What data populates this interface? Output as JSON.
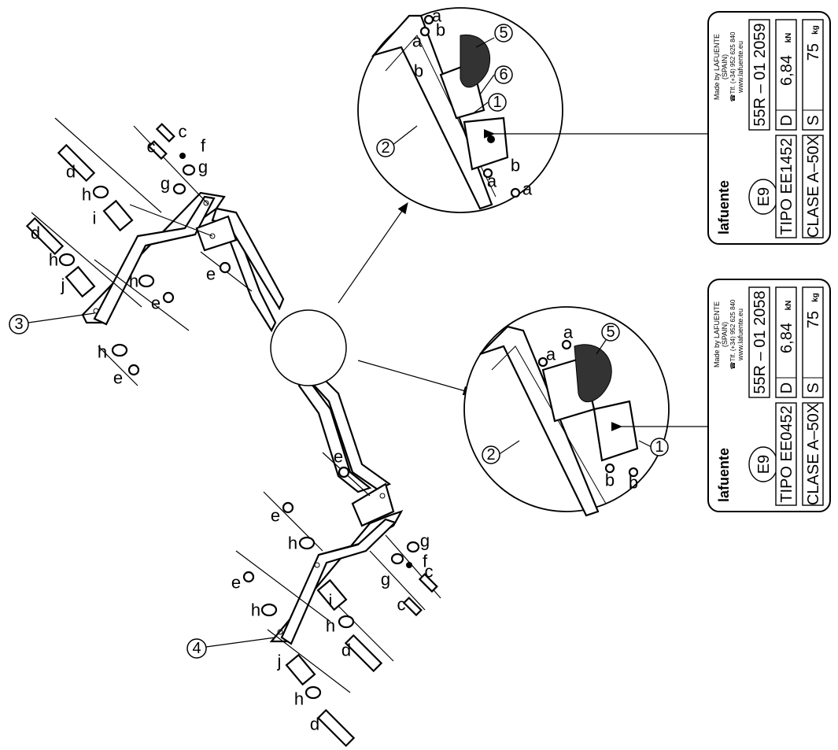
{
  "plate_top": {
    "maker": "Made by LAFUENTE",
    "country": "(SPAIN)",
    "phone": "☎Tlf. (+34) 952 625 840",
    "web": "www.lafuente.eu",
    "brand": "lafuente",
    "approval": "55R – 01 2059",
    "d_label": "D",
    "d_value": "6,84",
    "d_unit": "kN",
    "s_label": "S",
    "s_value": "75",
    "s_unit": "kg",
    "e_mark": "E9",
    "tipo": "TIPO  EE1452",
    "clase": "CLASE A–50X"
  },
  "plate_bottom": {
    "maker": "Made by LAFUENTE",
    "country": "(SPAIN)",
    "phone": "☎Tlf. (+34) 952 625 840",
    "web": "www.lafuente.eu",
    "brand": "lafuente",
    "approval": "55R – 01 2058",
    "d_label": "D",
    "d_value": "6,84",
    "d_unit": "kN",
    "s_label": "S",
    "s_value": "75",
    "s_unit": "kg",
    "e_mark": "E9",
    "tipo": "TIPO  EE0452",
    "clase": "CLASE A–50X"
  },
  "callouts": {
    "c1": "1",
    "c2": "2",
    "c3": "3",
    "c4": "4",
    "c5": "5",
    "c6": "6"
  },
  "letters": {
    "a": "a",
    "b": "b",
    "c": "c",
    "d": "d",
    "e": "e",
    "f": "f",
    "g": "g",
    "h": "h",
    "i": "i",
    "j": "j"
  }
}
